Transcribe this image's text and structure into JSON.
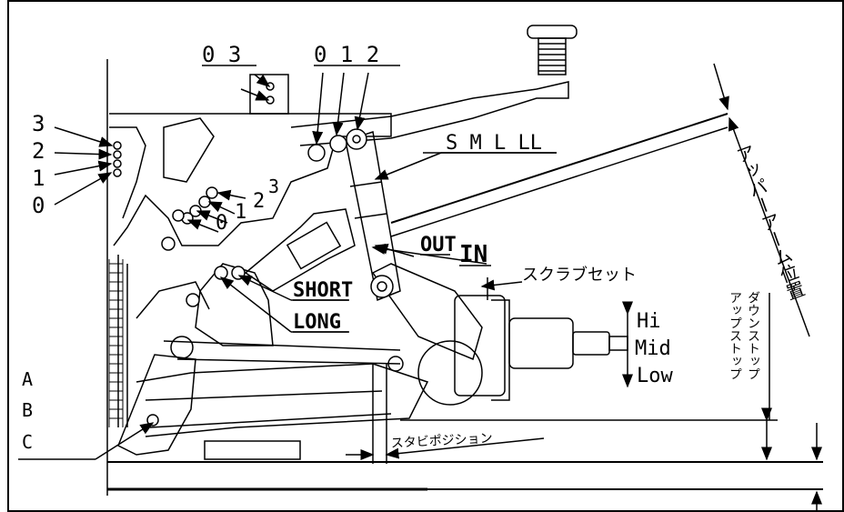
{
  "labels": {
    "top_03": "0 3",
    "top_012": "0 1 2",
    "left_3": "3",
    "left_2": "2",
    "left_1": "1",
    "left_0": "0",
    "mid_3": "3",
    "mid_2": "2",
    "mid_1": "1",
    "mid_0": "0",
    "size_smllll": "S  M  L  LL",
    "out": "OUT",
    "in": "IN",
    "short": "SHORT",
    "long": "LONG",
    "hi": "Hi",
    "mid": "Mid",
    "low": "Low",
    "a": "A",
    "b": "B",
    "c": "C",
    "scrub_set": "スクラブセット",
    "stabi_position": "スタビポジション",
    "upper_arm_position": "アッパーアーム位置",
    "down_stop": "ダウンストップ",
    "up_stop": "アップストップ"
  },
  "colors": {
    "ink": "#000000",
    "background": "#ffffff"
  }
}
